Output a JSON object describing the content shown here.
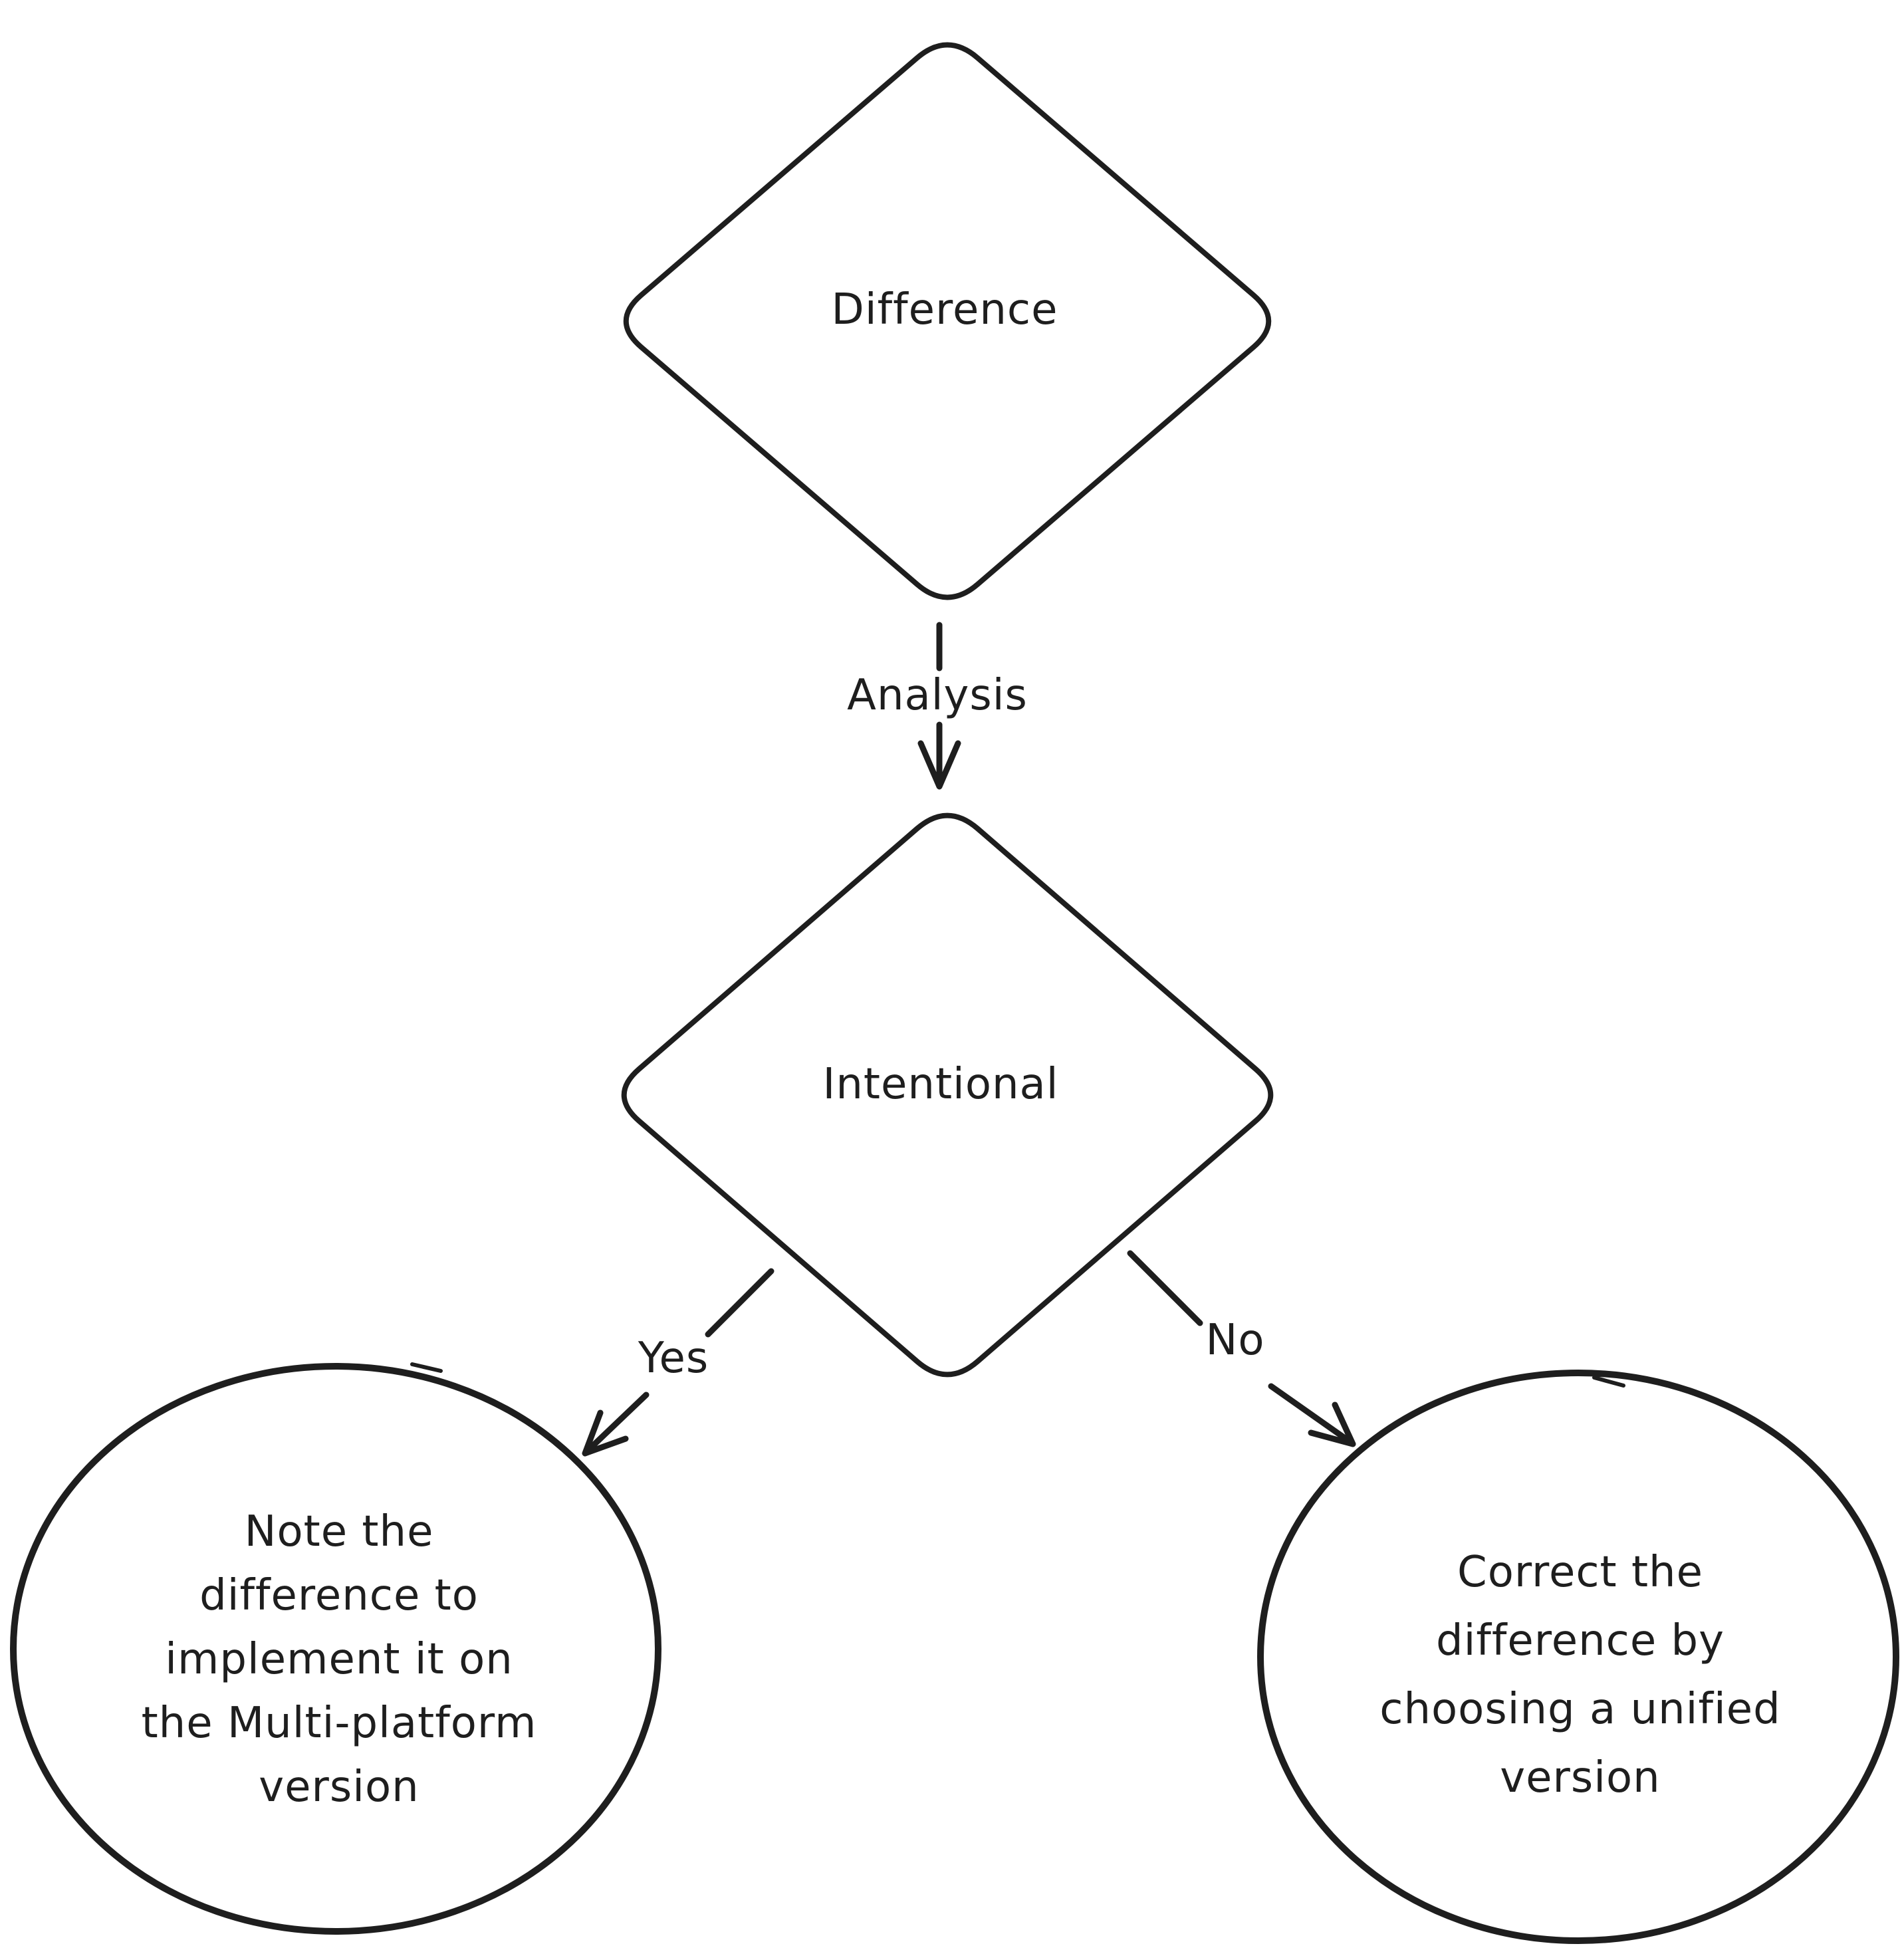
{
  "canvas": {
    "background": "#ffffff",
    "ink_color": "#1e1e1e",
    "style": "hand-drawn flowchart"
  },
  "nodes": {
    "difference": {
      "shape": "diamond",
      "label": "Difference"
    },
    "intentional": {
      "shape": "diamond",
      "label": "Intentional"
    },
    "note_multiplatform": {
      "shape": "ellipse",
      "lines": [
        "Note the",
        "difference to",
        "implement it on",
        "the Multi-platform",
        "version"
      ]
    },
    "correct_unified": {
      "shape": "ellipse",
      "lines": [
        "Correct the",
        "difference by",
        "choosing a unified",
        "version"
      ]
    }
  },
  "edges": {
    "analysis": {
      "from": "difference",
      "to": "intentional",
      "label": "Analysis"
    },
    "yes": {
      "from": "intentional",
      "to": "note_multiplatform",
      "label": "Yes"
    },
    "no": {
      "from": "intentional",
      "to": "correct_unified",
      "label": "No"
    }
  }
}
